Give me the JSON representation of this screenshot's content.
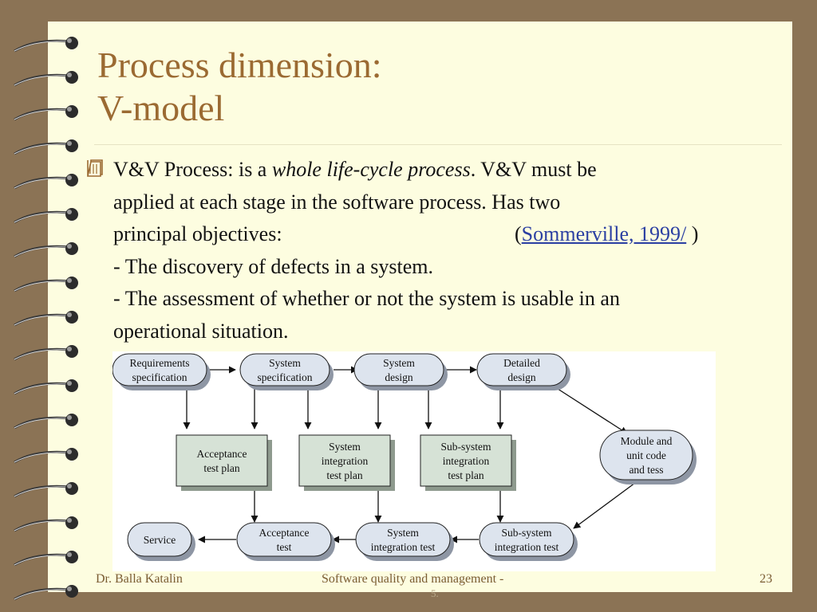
{
  "slide": {
    "title_line1": "Process dimension:",
    "title_line2": "V-model",
    "body": {
      "line1_prefix": "V&V Process: is a ",
      "line1_emph": "whole life-cycle process",
      "line1_suffix": ". V&V must be",
      "line2": "applied at each stage in the software process. Has two",
      "line3": "principal objectives:",
      "citation_open": "(",
      "citation_link": "Sommerville, 1999/",
      "citation_close": " )",
      "line4": "- The discovery of defects in a system.",
      "line5": "- The assessment of whether or not the system is usable in an",
      "line6": "operational situation."
    },
    "footer": {
      "author": "Dr. Balla Katalin",
      "course": "Software quality and management -",
      "course_cont": "5.",
      "page_number": "23"
    },
    "icons": {
      "bullet": "book-bullet-icon",
      "binding": "spiral-ring-icon"
    }
  },
  "diagram": {
    "top_row": [
      [
        "Requirements",
        "specification"
      ],
      [
        "System",
        "specification"
      ],
      [
        "System",
        "design"
      ],
      [
        "Detailed",
        "design"
      ]
    ],
    "plans": [
      [
        "Acceptance",
        "test plan"
      ],
      [
        "System",
        "integration",
        "test plan"
      ],
      [
        "Sub-system",
        "integration",
        "test plan"
      ]
    ],
    "module": [
      "Module and",
      "unit code",
      "and tess"
    ],
    "bottom_row": [
      [
        "Service"
      ],
      [
        "Acceptance",
        "test"
      ],
      [
        "System",
        "integration test"
      ],
      [
        "Sub-system",
        "integration test"
      ]
    ]
  },
  "colors": {
    "background": "#8b7355",
    "page": "#fdfde0",
    "title": "#9b6a32",
    "link": "#2b3fa2",
    "oval_fill": "#dde4ee",
    "plan_fill": "#d6e2d6"
  }
}
